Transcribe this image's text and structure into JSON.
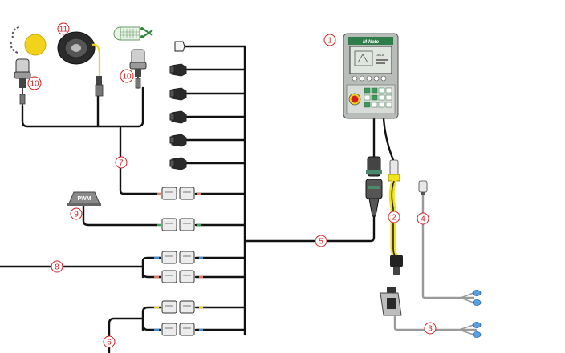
{
  "callouts": {
    "c1": "1",
    "c2": "2",
    "c3": "3",
    "c4": "4",
    "c5": "5",
    "c6": "6",
    "c7": "7",
    "c8": "8",
    "c9": "9",
    "c10a": "10",
    "c10b": "10",
    "c11": "11"
  },
  "labels": {
    "pwm": "PWM",
    "terminal_brand": "M-Nate",
    "terminal_screen": "DALA"
  },
  "colors": {
    "wire": "#111111",
    "callout": "#d21f1f",
    "yellow_harness": "#f2e21b",
    "grey_cable": "#9a9a9a",
    "terminal_green": "#3a9a5a"
  }
}
